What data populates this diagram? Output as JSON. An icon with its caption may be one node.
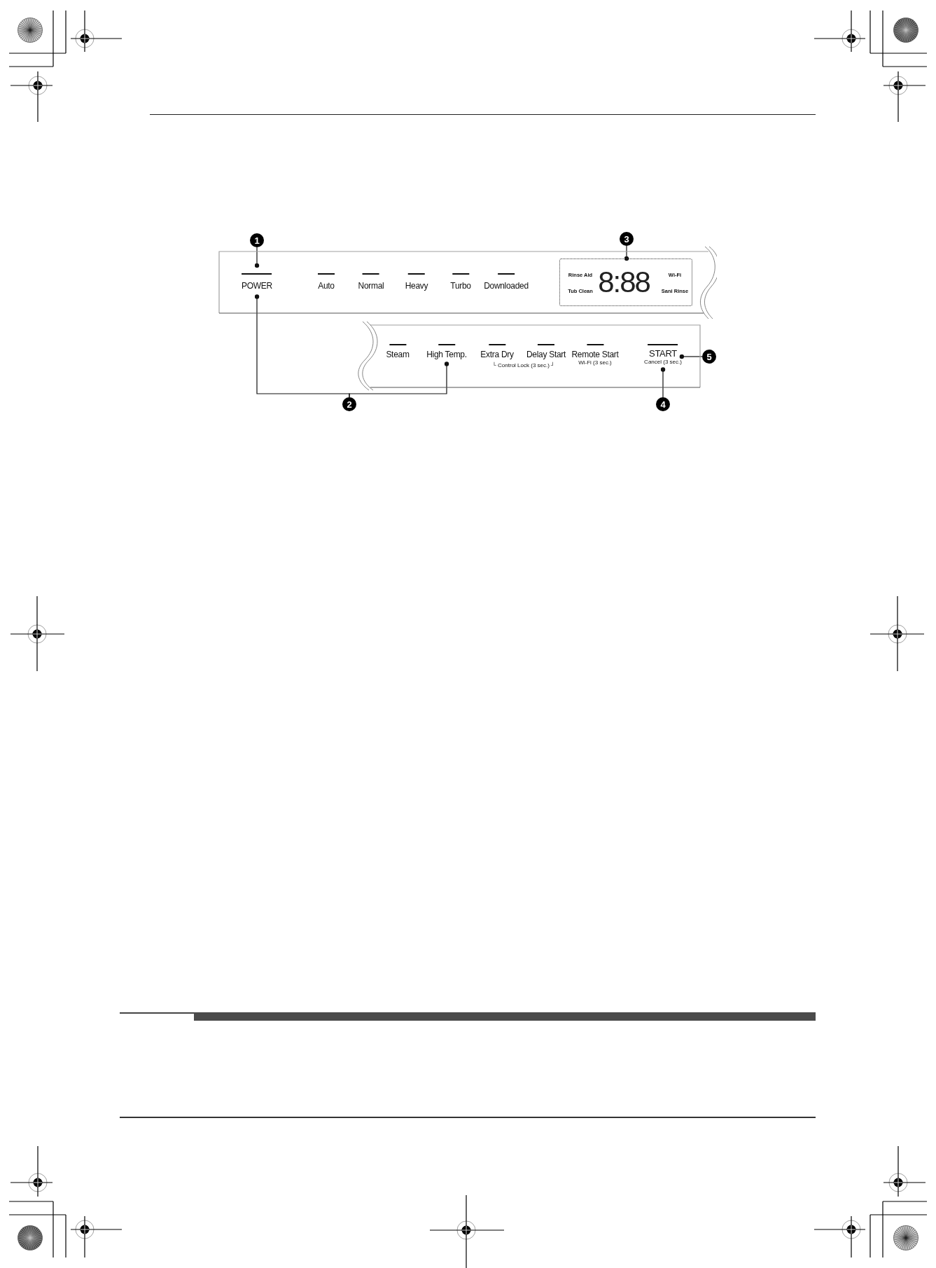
{
  "diagram": {
    "nodes": [
      {
        "text": [
          "1"
        ]
      },
      {
        "text": [
          "3"
        ]
      },
      {
        "text": [],
        "shape": "box"
      },
      {
        "text": [
          "POWER"
        ],
        "in": 2
      },
      {
        "text": [
          "Auto"
        ],
        "in": 2
      },
      {
        "text": [
          "Normal"
        ],
        "in": 2
      },
      {
        "text": [
          "Heavy"
        ],
        "in": 2
      },
      {
        "text": [
          "Turbo"
        ],
        "in": 2
      },
      {
        "text": [
          "Downloaded"
        ],
        "in": 2
      },
      {
        "text": [
          "Rinse Aid",
          "Tub Clean",
          "8:88",
          "Wi-Fi",
          "Sani Rinse"
        ],
        "in": 2
      },
      {
        "text": [],
        "shape": "box"
      },
      {
        "text": [
          "Steam"
        ],
        "in": 10
      },
      {
        "text": [
          "High Temp."
        ],
        "in": 10
      },
      {
        "text": [
          "Extra Dry"
        ],
        "in": 10
      },
      {
        "text": [
          "Delay Start"
        ],
        "in": 10
      },
      {
        "text": [
          "Remote Start",
          "Wi-Fi (3 sec.)"
        ],
        "in": 10
      },
      {
        "text": [
          "START",
          "Cancel (3 sec.)"
        ],
        "in": 10
      },
      {
        "text": [
          "5"
        ]
      },
      {
        "text": [
          "2"
        ]
      },
      {
        "text": [
          "4"
        ]
      }
    ],
    "edges": [
      {
        "from": 0,
        "to": 3,
        "arrow": "other"
      },
      {
        "from": 1,
        "to": 9,
        "arrow": "other"
      },
      {
        "from": 18,
        "to": 3,
        "arrow": "other"
      },
      {
        "from": 18,
        "to": 12,
        "arrow": "other"
      },
      {
        "from": 19,
        "to": 16,
        "arrow": "other"
      },
      {
        "from": 17,
        "to": 16,
        "arrow": "other"
      }
    ],
    "labels": [
      "└ Control Lock (3 sec.) ┘"
    ]
  }
}
